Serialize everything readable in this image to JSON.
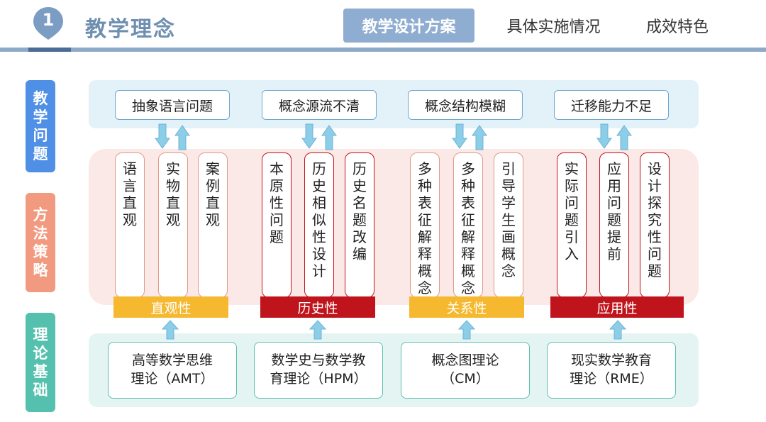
{
  "header": {
    "number": "1",
    "title": "教学理念",
    "tabs": [
      {
        "label": "教学设计方案",
        "active": true
      },
      {
        "label": "具体实施情况",
        "active": false
      },
      {
        "label": "成效特色",
        "active": false
      }
    ]
  },
  "row_labels": {
    "problems": "教学问题",
    "methods": "方法策略",
    "theory": "理论基础"
  },
  "problems": [
    "抽象语言问题",
    "概念源流不清",
    "概念结构模糊",
    "迁移能力不足"
  ],
  "groups": [
    {
      "category": "直观性",
      "color": "#f5b82e",
      "border": "#e09a86",
      "items": [
        "语言直观",
        "实物直观",
        "案例直观"
      ]
    },
    {
      "category": "历史性",
      "color": "#c0141c",
      "border": "#c0141c",
      "items": [
        "本原性问题",
        "历史相似性设计",
        "历史名题改编"
      ]
    },
    {
      "category": "关系性",
      "color": "#f5b82e",
      "border": "#e09a86",
      "items": [
        "多种表征解释概念",
        "多种表征解释概念",
        "引导学生画概念"
      ]
    },
    {
      "category": "应用性",
      "color": "#c0141c",
      "border": "#c0141c",
      "items": [
        "实际问题引入",
        "应用问题提前",
        "设计探究性问题"
      ]
    }
  ],
  "theories": [
    {
      "line1": "高等数学思维",
      "line2": "理论（AMT）"
    },
    {
      "line1": "数学史与数学教",
      "line2": "育理论（HPM）"
    },
    {
      "line1": "概念图理论",
      "line2": "（CM）"
    },
    {
      "line1": "现实数学教育",
      "line2": "理论（RME）"
    }
  ],
  "colors": {
    "problems_label": "#4f8fe6",
    "methods_label": "#f29a80",
    "theory_label": "#55c0ae",
    "arrow": "#8ccde8"
  }
}
